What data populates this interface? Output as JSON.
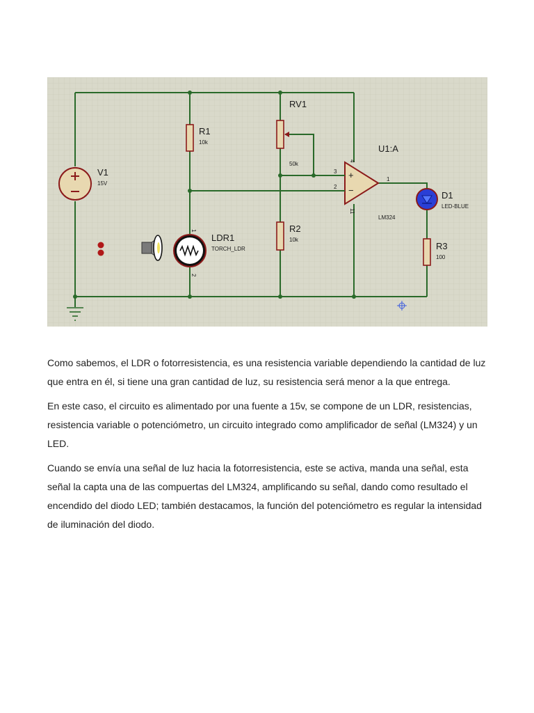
{
  "schematic": {
    "v1": {
      "ref": "V1",
      "value": "15V"
    },
    "r1": {
      "ref": "R1",
      "value": "10k"
    },
    "rv1": {
      "ref": "RV1",
      "value": "50k"
    },
    "r2": {
      "ref": "R2",
      "value": "10k"
    },
    "u1": {
      "ref": "U1:A",
      "value": "LM324"
    },
    "ldr1": {
      "ref": "LDR1",
      "value": "TORCH_LDR"
    },
    "d1": {
      "ref": "D1",
      "value": "LED-BLUE"
    },
    "r3": {
      "ref": "R3",
      "value": "100"
    },
    "pins": {
      "p3": "3",
      "p2": "2",
      "p1": "1",
      "p4": "4",
      "p11": "11",
      "ldr_top": "1",
      "ldr_bottom": "2"
    },
    "opamp_plus": "+",
    "opamp_minus": "−",
    "colors": {
      "background": "#d8d8c8",
      "grid": "#c4c4b2",
      "wire": "#1f6b1f",
      "component_fill": "#e8d8b0",
      "component_stroke": "#8b1a1a",
      "led_blue": "#2a3fd6"
    }
  },
  "paragraphs": [
    "Como sabemos, el LDR o fotorresistencia, es una resistencia variable dependiendo la cantidad de luz que entra en él, si tiene una gran cantidad de luz, su resistencia será menor a la que entrega.",
    "En este caso, el circuito es alimentado por una fuente a 15v, se compone de un LDR, resistencias, resistencia variable o potenciómetro, un circuito integrado como amplificador de señal (LM324) y un LED.",
    "Cuando se envía una señal de luz hacia la fotorresistencia, este se activa, manda una señal, esta señal la capta una de las compuertas del LM324, amplificando su señal, dando como resultado el encendido del diodo LED; también destacamos, la función del potenciómetro es regular la intensidad de iluminación del diodo."
  ]
}
